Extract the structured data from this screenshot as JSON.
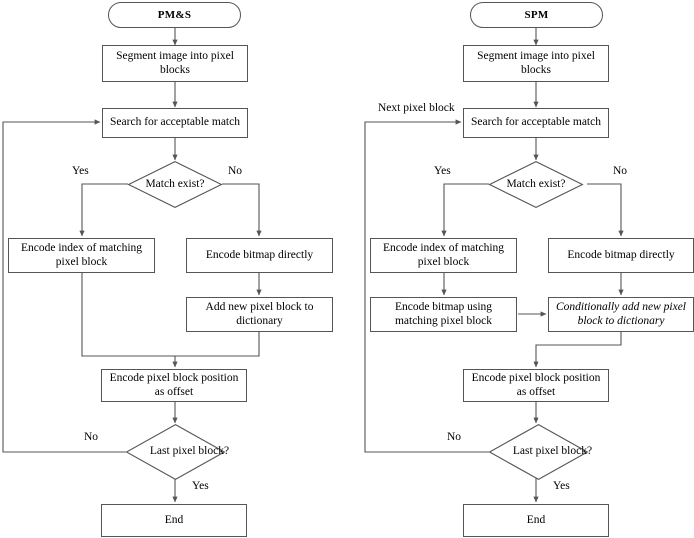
{
  "figure": {
    "type": "flowchart",
    "orientation": "two side-by-side vertical flowcharts",
    "stroke_color": "#555555",
    "background_color": "#ffffff",
    "text_color": "#000000"
  },
  "left_chart": {
    "title": "PM&S",
    "nodes": {
      "start": "PM&S",
      "segment": "Segment image into pixel blocks",
      "search": "Search for acceptable match",
      "decision_match": "Match exist?",
      "encode_index": "Encode index of matching pixel block",
      "encode_bitmap": "Encode bitmap directly",
      "add_block": "Add new pixel block to dictionary",
      "encode_offset": "Encode pixel block position as offset",
      "decision_last": "Last pixel block?",
      "end": "End"
    },
    "edge_labels": {
      "match_yes": "Yes",
      "match_no": "No",
      "last_no": "No",
      "last_yes": "Yes"
    }
  },
  "right_chart": {
    "title": "SPM",
    "nodes": {
      "start": "SPM",
      "segment": "Segment image into pixel blocks",
      "search": "Search for acceptable match",
      "decision_match": "Match exist?",
      "encode_index": "Encode index of matching pixel block",
      "encode_bitmap": "Encode bitmap directly",
      "encode_using_match": "Encode bitmap using matching pixel block",
      "conditional_add": "Conditionally add new pixel block to dictionary",
      "encode_offset": "Encode pixel block position as offset",
      "decision_last": "Last pixel block?",
      "end": "End"
    },
    "edge_labels": {
      "loop_back": "Next pixel block",
      "match_yes": "Yes",
      "match_no": "No",
      "last_no": "No",
      "last_yes": "Yes"
    }
  }
}
